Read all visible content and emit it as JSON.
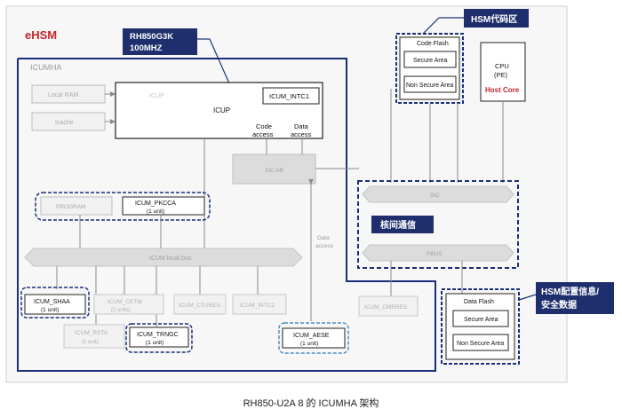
{
  "labels": {
    "ehsm": "eHSM",
    "icumha": "ICUMHA",
    "rh850_line1": "RH850G3K",
    "rh850_line2": "100MHZ",
    "hsm_code": "HSM代码区",
    "local_ram": "Local RAM",
    "icache": "Icache",
    "icup": "ICUP",
    "icup_faint": "ICUP",
    "icum_intc1": "ICUM_INTC1",
    "code_access_1": "Code",
    "code_access_2": "access",
    "data_access_1": "Data",
    "data_access_2": "access",
    "sic_ab": "SIC AB",
    "code_flash": "Code Flash",
    "secure_area": "Secure Area",
    "non_secure_area": "Non Secure Area",
    "cpu_1": "CPU",
    "cpu_2": "(PE)",
    "host_core": "Host Core",
    "sic": "SIC",
    "core_comm": "核间通信",
    "pbus": "PBUS",
    "program": "PROGRAM",
    "icum_pkcca": "ICUM_PKCCA",
    "icum_pkcca_unit": "(1 unit)",
    "local_bus": "ICUM local bus",
    "data_access_v1": "Data",
    "data_access_v2": "access",
    "icum_shaa": "ICUM_SHAA",
    "icum_shaa_unit": "(1 unit)",
    "icum_cetm": "ICUM_CETM",
    "icum_cetm_unit": "(2 units)",
    "icum_ctures": "ICUM_CTURES",
    "icum_intc2": "ICUM_INTC2",
    "icum_cmeres": "ICUM_CMERES",
    "icum_rsta": "ICUM_RSTA",
    "icum_rsta_unit": "(1 unit)",
    "icum_trngc": "ICUM_TRNGC",
    "icum_trngc_unit": "(1 unit)",
    "icum_aese": "ICUM_AESE",
    "icum_aese_unit": "(1 unit)",
    "data_flash": "Data Flash",
    "df_secure_area": "Secure Area",
    "df_non_secure_area": "Non Secure Area",
    "hsm_cfg_1": "HSM配置信息/",
    "hsm_cfg_2": "安全数据",
    "caption": "RH850-U2A 8 的 ICUMHA 架构"
  },
  "colors": {
    "navy": "#1a2f7a",
    "dark_navy": "#1f2f6e",
    "red": "#c0262c",
    "gray_line": "#9a9a9a",
    "light_box": "#f1f1f1",
    "bus_fill": "#dcdcdc"
  }
}
